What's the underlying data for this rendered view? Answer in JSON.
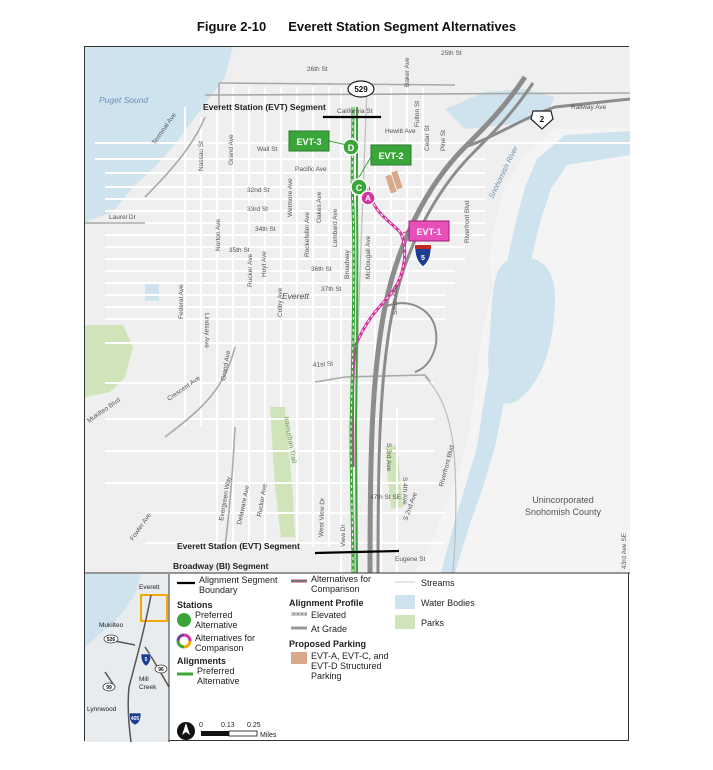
{
  "title": {
    "number": "Figure 2-10",
    "text": "Everett Station Segment Alternatives"
  },
  "map": {
    "water_label": "Puget Sound",
    "river_label": "Snohomish River",
    "city_label": "Everett",
    "county_label_1": "Unincorporated",
    "county_label_2": "Snohomish County",
    "trail_label": "Interurban Trail",
    "boundary_top": "Everett Station (EVT) Segment",
    "boundary_bottom_1": "Everett Station (EVT) Segment",
    "boundary_bottom_2": "Broadway (BI) Segment",
    "shields": {
      "sr529": "529",
      "us2": "2",
      "i5": "5"
    },
    "stations": {
      "d": "D",
      "c": "C",
      "a": "A"
    },
    "callouts": {
      "evt3": "EVT-3",
      "evt2": "EVT-2",
      "evt1": "EVT-1"
    },
    "streets": {
      "s25th": "25th St",
      "s26th": "26th St",
      "california": "California St",
      "hewitt": "Hewitt Ave",
      "wall": "Wall St",
      "pacific": "Pacific Ave",
      "s32nd": "32nd St",
      "s33rd": "33rd St",
      "s34th": "34th St",
      "s35th": "35th St",
      "s36th": "36th St",
      "s37th": "37th St",
      "s41st": "41st St",
      "s47th": "47th St SE",
      "eugene": "Eugene St",
      "railway": "Railway Ave",
      "terminal": "Terminal Ave",
      "laurel": "Laurel Dr",
      "grand": "Grand Ave",
      "nassau": "Nassau St",
      "norton": "Norton Ave",
      "rucker": "Rucker Ave",
      "hoyt": "Hoyt Ave",
      "colby": "Colby Ave",
      "wetmore": "Wetmore Ave",
      "rockefeller": "Rockefeller Ave",
      "oakes": "Oakes Ave",
      "lombard": "Lombard Ave",
      "broadway": "Broadway",
      "mcdougall": "McDougall Ave",
      "smith": "Smith Ave",
      "riverfront": "Riverfront Blvd",
      "baker": "Baker Ave",
      "fulton": "Fulton St",
      "cedar": "Cedar St",
      "pine": "Pine St",
      "federal": "Federal Ave",
      "lindsay": "Lindsay Ave",
      "grand2": "Grand Ave",
      "crescent": "Crescent Ave",
      "mukilteo": "Mukilteo Blvd",
      "evergreen": "Evergreen Way",
      "delaware": "Delaware Ave",
      "rucker2": "Rucker Ave",
      "westview": "West View Dr",
      "view": "View Dr",
      "s3rd": "S 3rd Ave",
      "s4th": "S 4th Ave",
      "s2nd": "S 2nd Ave",
      "riverfront2": "Riverfront Blvd",
      "fowler": "Fowler Ave",
      "s43rd": "43rd Ave SE"
    }
  },
  "inset": {
    "everett": "Everett",
    "mukilteo": "Mukilteo",
    "mill_creek_1": "Mill",
    "mill_creek_2": "Creek",
    "lynnwood": "Lynnwood",
    "shields": [
      "526",
      "5",
      "99",
      "96",
      "405"
    ]
  },
  "legend": {
    "boundary": "Alignment Segment Boundary",
    "alternatives_line": "Alternatives for Comparison",
    "streams": "Streams",
    "stations_header": "Stations",
    "preferred_station": "Preferred Alternative",
    "comparison_station": "Alternatives for Comparison",
    "alignments_header": "Alignments",
    "preferred_alignment": "Preferred Alternative",
    "profile_header": "Alignment Profile",
    "elevated": "Elevated",
    "at_grade": "At Grade",
    "parking_header": "Proposed Parking",
    "parking_item": "EVT-A, EVT-C, and EVT-D Structured Parking",
    "water_bodies": "Water Bodies",
    "parks": "Parks",
    "scale_0": "0",
    "scale_1": "0.13",
    "scale_2": "0.25",
    "scale_unit": "Miles"
  },
  "colors": {
    "land": "#efefef",
    "water": "#cfe3ef",
    "park": "#cfe4b8",
    "street": "#ffffff",
    "green": "#3aa63a",
    "magenta": "#d6329f",
    "highway": "#8c8c8c",
    "parking": "#d9a98e"
  }
}
